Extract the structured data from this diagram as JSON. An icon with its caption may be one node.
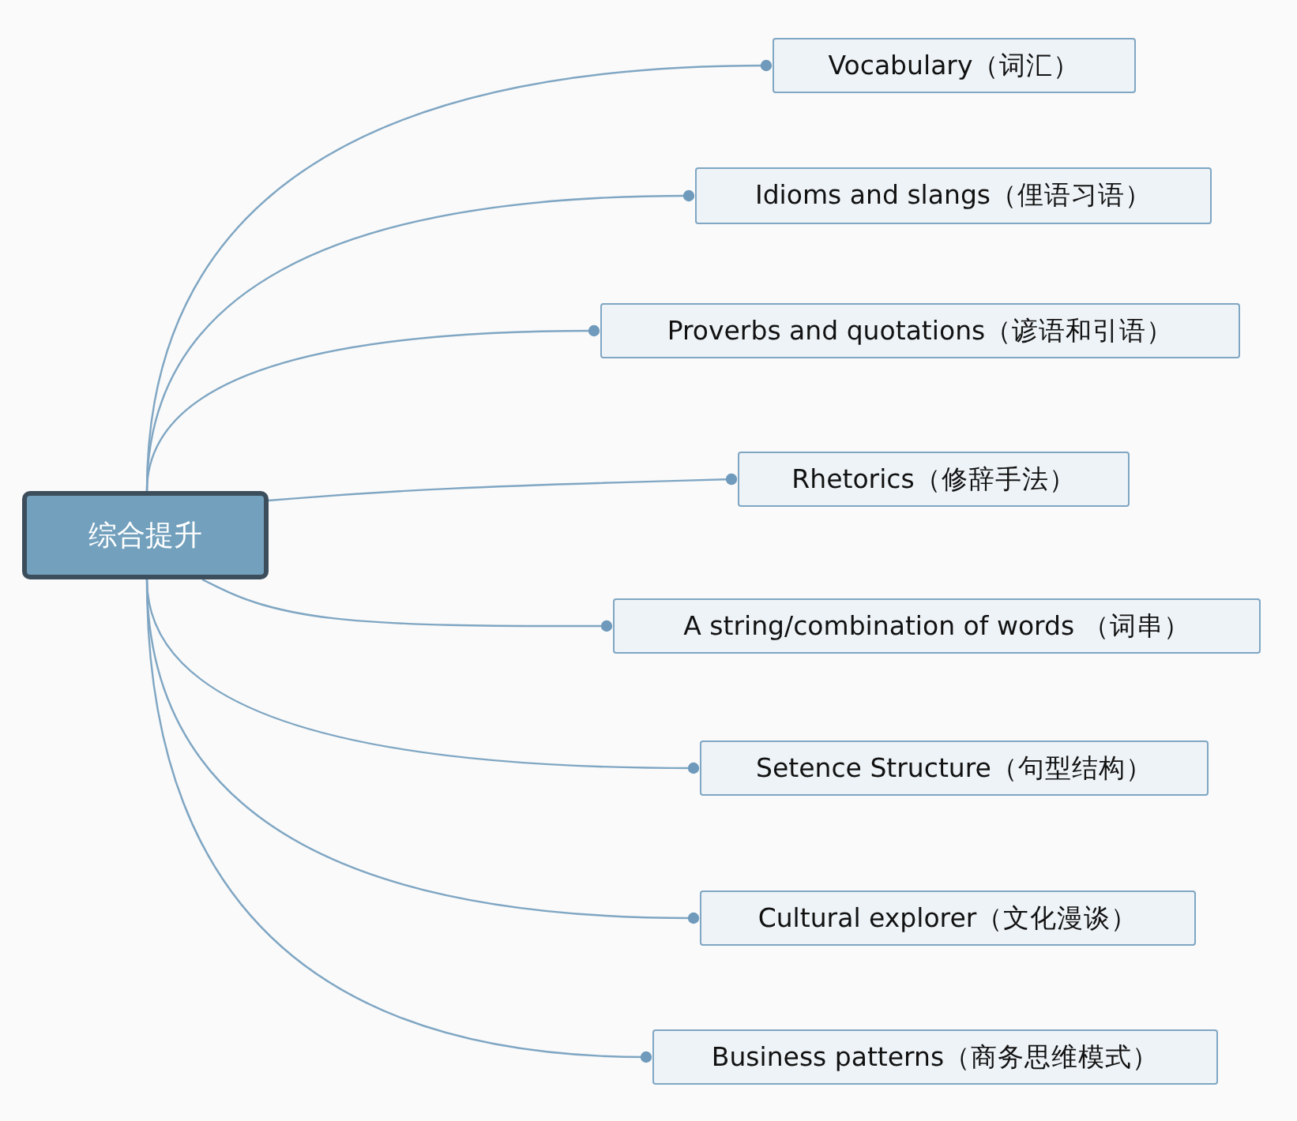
{
  "diagram": {
    "nodes": [
      {
        "text": [
          "综合提升"
        ]
      },
      {
        "text": [
          "Vocabulary（词汇）"
        ]
      },
      {
        "text": [
          "Idioms and slangs（俚语习语）"
        ]
      },
      {
        "text": [
          "Proverbs and quotations（谚语和引语）"
        ]
      },
      {
        "text": [
          "Rhetorics（修辞手法）"
        ]
      },
      {
        "text": [
          "A string/combination of words （词串）"
        ]
      },
      {
        "text": [
          "Setence Structure（句型结构）"
        ]
      },
      {
        "text": [
          "Cultural explorer（文化漫谈）"
        ]
      },
      {
        "text": [
          "Business patterns（商务思维模式）"
        ]
      }
    ],
    "edges": [
      {
        "from": 0,
        "to": 1,
        "arrow": "other"
      },
      {
        "from": 0,
        "to": 2,
        "arrow": "other"
      },
      {
        "from": 0,
        "to": 3,
        "arrow": "other"
      },
      {
        "from": 0,
        "to": 4,
        "arrow": "other"
      },
      {
        "from": 0,
        "to": 5,
        "arrow": "other"
      },
      {
        "from": 0,
        "to": 6,
        "arrow": "other"
      },
      {
        "from": 0,
        "to": 7,
        "arrow": "other"
      },
      {
        "from": 0,
        "to": 8,
        "arrow": "other"
      }
    ]
  }
}
